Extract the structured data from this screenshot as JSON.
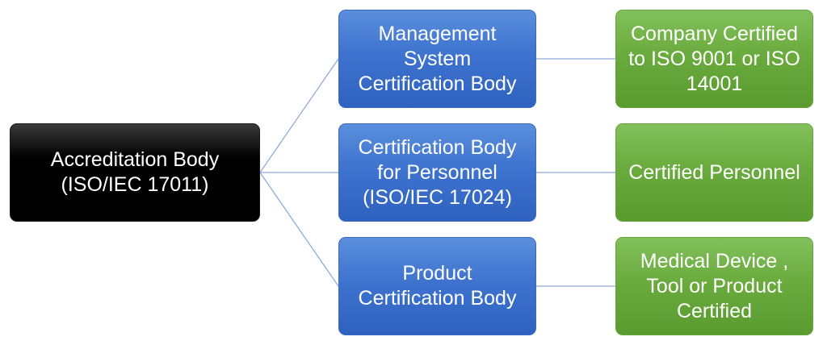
{
  "root": {
    "label": "Accreditation Body\n(ISO/IEC 17011)"
  },
  "certification_bodies": [
    {
      "label": "Management\nSystem\nCertification Body"
    },
    {
      "label": "Certification Body\nfor Personnel\n(ISO/IEC 17024)"
    },
    {
      "label": "Product\nCertification Body"
    }
  ],
  "outcomes": [
    {
      "label": "Company Certified\nto ISO 9001 or ISO\n14001"
    },
    {
      "label": "Certified Personnel"
    },
    {
      "label": "Medical Device ,\nTool or Product\nCertified"
    }
  ],
  "colors": {
    "root_fill": "#000000",
    "certification_body_fill": "#4472c4",
    "outcome_fill": "#70ad47",
    "connector_line": "#8eaadb",
    "text": "#ffffff"
  }
}
